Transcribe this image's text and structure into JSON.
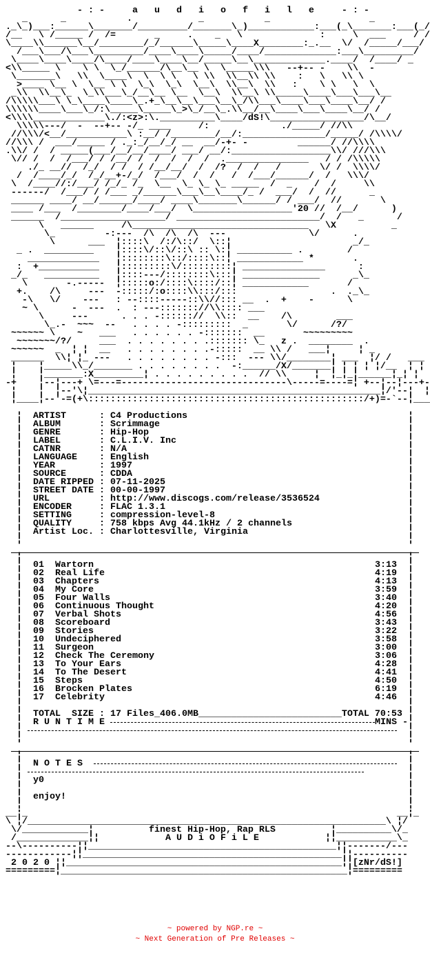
{
  "header": {
    "title": "- : -     a   u   d   i   o   f   i   l   e     - : -",
    "logo_art": [
      "    _      _           .            _           _                  _       ",
      " ._\\_)___:______\\_______/_________/_______\\_)____________:___(_\\_______:___(_/_",
      " /__   \\ /_____ /  /=       _     .    _   \\              :     \\  ___     / /",
      " \\____\\\\______\\__/________/_/______\\_____\\____X________:_.__  \\/  /_____/___/",
      "   /___\\___/\\___\\_________/____\\____\\_____/____/_____________:___\\_________/  ",
      "  \\____\\____\\____/\\____/____\\____\\__/_____\\__\\_____________.____/  /____/ _   ",
      " <\\\\_____ \\    \\ \\  \\_/______/\\__\\__ \\  \\_____\\\\\\   --+-- -    \\\\  -  ",
      "  \\_______\\   \\\\  \\____\\  \\  \\ \\   \\ \\\\  \\\\__\\\\ \\\\    :   \\   \\\\ \\  ",
      "   >____ \\__ \\  \\__ \\ \\  \\_\\  \\_\\  \\__\\  \\\\__\\  \\\\   :    \\ \\   \\  \\ ",
      "  _\\\\  \\\\__\\_  \\_\\\\___\\_/__\\__ \\__  \\__\\  \\\\__\\ \\\\_____\\____\\___\\___\\__ ",
      " /\\\\\\\\\\___\\ \\_\\____\\____\\_.+_\\__\\__\\___\\__\\_/\\\\___\\____\\___\\____\\__/ / ",
      " \\\\\\\\\\\\____\\___\\_/:\\_____\\_____\\_>\\_/__\\_.\\\\__/__\\____\\___\\____\\__/ /  ",
      " <\\\\\\\\_____________\\./:<z>:\\.__________\\____/dS!\\_________________/\\__/  ",
      "   \\\\\\\\\\---/  -  --+-- -/_ ____     /:             ./_____/ //\\\\     ",
      "  //\\\\\\/<__/___________\\ :__/ /________/__/:_______________/_____/ /\\\\\\\\/     ",
      " //\\\\\\ /  ___/_____ / ._:_/__/_/ __  __/-+- -         ______/ //\\\\\\\\      ",
      " .\\\\/ /  / _____(___/__/__/____/ ___/ __/:__________________\\\\/ ///\\\\\\     ",
      "  \\// /  /  /___/ / /__/ /  /  /  /  /  ._______________   / / /\\\\\\\\\\   ",
      "     ./_ __//  /_/  / /  / /__/__/  /  /?  /  /   /       \\/ /  \\\\\\\\/   ",
      "   /  /____/_/  /_/__+-/_/  /___/  /  /   /  /___/______/  /   \\\\\\/    ",
      "  \\  /____//:/___/ /_/_ /_  \\__  \\_ \\_ \\_ _____  /  _    /  /     \\\\    ",
      "  ------/  /___/ / /___ _/______\\___\\__\\____/_ /  ___/  /  //      _    ",
      "  ______ ____/ __/______/____/ ____\\_______\\______/ / ___/  //       \\   ",
      "  ____ /___  /________/____/___/  \\__________________'20 //  /__/      )   ",
      "  ______  /___________________/ __________________________/  /   _      /   ",
      "       \\   ______     /\\________________________________   \\X          _   ",
      "        \\_         -:---  /\\  /\\  /\\  ---               \\/      .    ",
      "         \\      ___  ¦::::\\  /:/\\::/  \\::¦                      _/_  ",
      "   _ .  _________    ¦::::\\/::\\/::\\ :: \\:¦ __________ .        /     ",
      "     _____________   ¦::::::::\\::/::::\\::¦ ____________ *       .    ",
      "   :  +___________   ¦:::::::::\\/:::::::::¦ _______________      :   ",
      "  _/_   __________   ¦::::---/::::::::\\:::¦ ______________      _\\_  ",
      "    \\       -.-----  ¦:::::o:/::::\\::::/::¦ ____________       /    ",
      "   +.    /\\     ---  -:::::/:o::::\\\\:::/:::                 .  ._\\_  ",
      "    -\\   \\/    ---   : --::::-----::\\\\//::: __  .  +    -      \\    ",
      "    ~ \\      -  ---  .  : ---::::::://\\\\:::: ___                    ",
      "       \\     ---      . . . -:::::://  \\\\::  __    /\\        ___    ",
      "        \\_.-  ~~~  --   . . . . -:::::::::  _       \\/      /?/    ",
      "  ~~~~~~ \\    ~   ___   . . . . . . -:::::::  __       ~~~~~~~~~   ",
      "   ~~~~~~~/?/     ___  . . . . . . . .::::::: \\_   z .  ________  .  ",
      "  ~~~~~~  _  ¦ ¦  __   . . . . . . . .-:::::  __ \\\\ /   ___¦     ¦ _   ",
      "  ______  \\\\¦ ¦_ ---   . . . . . . . . -:::  --- \\\\/________¦ ___  ¦/ /   ___",
      "  ¦    ¦_____\\\\_/_______ . . . . . . . .  -:______/X/_______¦ ¦ ¦ ¦ ¦/__  ¦ ¦ ¦",
      "  ¦    ¦_______:X_________¦ . . . . . . . . .  // \\\\     ¦  ¦_¦_¦______¦_¦ ¦",
      " -+    ¦--¦---+ \\=---=------------------------------\\-----=----=¦ +--¦--¦---+-",
      "  ¦    ¦  ¦--'\\¦_____________________________________________________¦/'--¦  ¦  ¦",
      "  ¦____¦--'-=(+\\::::::::::::::::::::::::::::::::::::::::::::::::::/+)=-`--¦____¦",
      "   "
    ]
  },
  "info": [
    {
      "label": "ARTIST",
      "value": "C4 Productions"
    },
    {
      "label": "ALBUM",
      "value": "Scrimmage"
    },
    {
      "label": "GENRE",
      "value": "Hip-Hop"
    },
    {
      "label": "LABEL",
      "value": "C.L.I.V. Inc"
    },
    {
      "label": "CATNR",
      "value": "N/A"
    },
    {
      "label": "LANGUAGE",
      "value": "English"
    },
    {
      "label": "YEAR",
      "value": "1997"
    },
    {
      "label": "SOURCE",
      "value": "CDDA"
    },
    {
      "label": "DATE RIPPED",
      "value": "07-11-2025"
    },
    {
      "label": "STREET DATE",
      "value": "00-00-1997"
    },
    {
      "label": "URL",
      "value": "http://www.discogs.com/release/3536524"
    },
    {
      "label": "ENCODER",
      "value": "FLAC 1.3.1"
    },
    {
      "label": "SETTING",
      "value": "compression-level-8"
    },
    {
      "label": "QUALITY",
      "value": "758 kbps Avg 44.1kHz / 2 channels"
    },
    {
      "label": "Artist Loc.",
      "value": "Charlottesville, Virginia"
    }
  ],
  "separator": ":",
  "tracks": [
    {
      "num": "01",
      "title": "Wartorn",
      "time": "3:13"
    },
    {
      "num": "02",
      "title": "Real Life",
      "time": "4:19"
    },
    {
      "num": "03",
      "title": "Chapters",
      "time": "4:13"
    },
    {
      "num": "04",
      "title": "My Core",
      "time": "3:59"
    },
    {
      "num": "05",
      "title": "Four Walls",
      "time": "3:40"
    },
    {
      "num": "06",
      "title": "Continuous Thought",
      "time": "4:20"
    },
    {
      "num": "07",
      "title": "Verbal Shots",
      "time": "4:56"
    },
    {
      "num": "08",
      "title": "Scoreboard",
      "time": "3:43"
    },
    {
      "num": "09",
      "title": "Stories",
      "time": "3:22"
    },
    {
      "num": "10",
      "title": "Undeciphered",
      "time": "3:58"
    },
    {
      "num": "11",
      "title": "Surgeon",
      "time": "3:00"
    },
    {
      "num": "12",
      "title": "Check The Ceremony",
      "time": "3:06"
    },
    {
      "num": "13",
      "title": "To Your Ears",
      "time": "4:28"
    },
    {
      "num": "14",
      "title": "To The Desert",
      "time": "4:41"
    },
    {
      "num": "15",
      "title": "Steps",
      "time": "4:50"
    },
    {
      "num": "16",
      "title": "Brocken Plates",
      "time": "6:19"
    },
    {
      "num": "17",
      "title": "Celebrity",
      "time": "4:46"
    }
  ],
  "totals": {
    "size": "TOTAL  SIZE : 17 Files_406.0MB__________________________TOTAL 70:53",
    "runtime_label": "R U N T I M E",
    "runtime_unit": "MINS -"
  },
  "notes": {
    "heading": "N O T E S",
    "lines": [
      "y0",
      "enjoy!"
    ]
  },
  "footer_art": [
    " __¦_                                                                   __¦_",
    " \\ ¦/_________________________________________________________________\\ ¦/",
    "  \\/____________¦          finest Hip-Hop, Rap RLS          ¦__________\\/_",
    "  /_____________¦¦            A U D i O F i L E            ¦¦___________\\_",
    " --\\----------¦¦_____________________________________________¦¦-------/---",
    " ------------¦¦_______________________________________________¦¦----------",
    "  2 0 2 0 ¦¦__________________________________________________¦¦[zNr/dS!]",
    " =========¦____________________________________________________¦========="
  ],
  "credits": {
    "line1": "~ powered by NGP.re ~",
    "line2": "~ Next Generation of Pre Releases ~"
  }
}
